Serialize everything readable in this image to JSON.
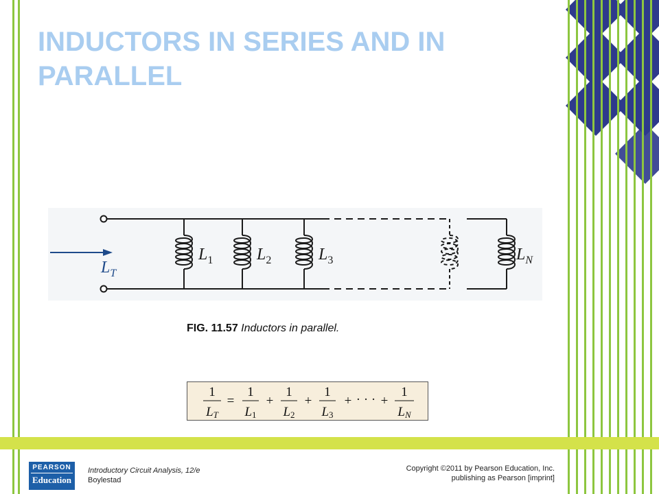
{
  "slide": {
    "title": "INDUCTORS IN SERIES AND IN PARALLEL",
    "colors": {
      "title": "#a9cdf0",
      "accent_green": "#8dc63f",
      "accent_yellow": "#d4e24a",
      "diamond_blue": "#2e3a8c",
      "circuit_blue": "#1e4a8a"
    }
  },
  "figure": {
    "caption_number": "FIG. 11.57",
    "caption_text": "Inductors in parallel.",
    "labels": {
      "total": {
        "main": "L",
        "sub": "T"
      },
      "l1": {
        "main": "L",
        "sub": "1"
      },
      "l2": {
        "main": "L",
        "sub": "2"
      },
      "l3": {
        "main": "L",
        "sub": "3"
      },
      "ln": {
        "main": "L",
        "sub": "N"
      }
    }
  },
  "formula": {
    "numerator": "1",
    "lhs": {
      "main": "L",
      "sub": "T"
    },
    "equals": "=",
    "plus": "+",
    "ellipsis": "· · ·",
    "terms": [
      {
        "main": "L",
        "sub": "1"
      },
      {
        "main": "L",
        "sub": "2"
      },
      {
        "main": "L",
        "sub": "3"
      },
      {
        "main": "L",
        "sub": "N"
      }
    ]
  },
  "footer": {
    "logo_top": "PEARSON",
    "logo_bottom": "Education",
    "book_title": "Introductory Circuit Analysis, 12/e",
    "book_author": "Boylestad",
    "copyright_line1": "Copyright ©2011 by Pearson Education, Inc.",
    "copyright_line2": "publishing as Pearson [imprint]"
  }
}
